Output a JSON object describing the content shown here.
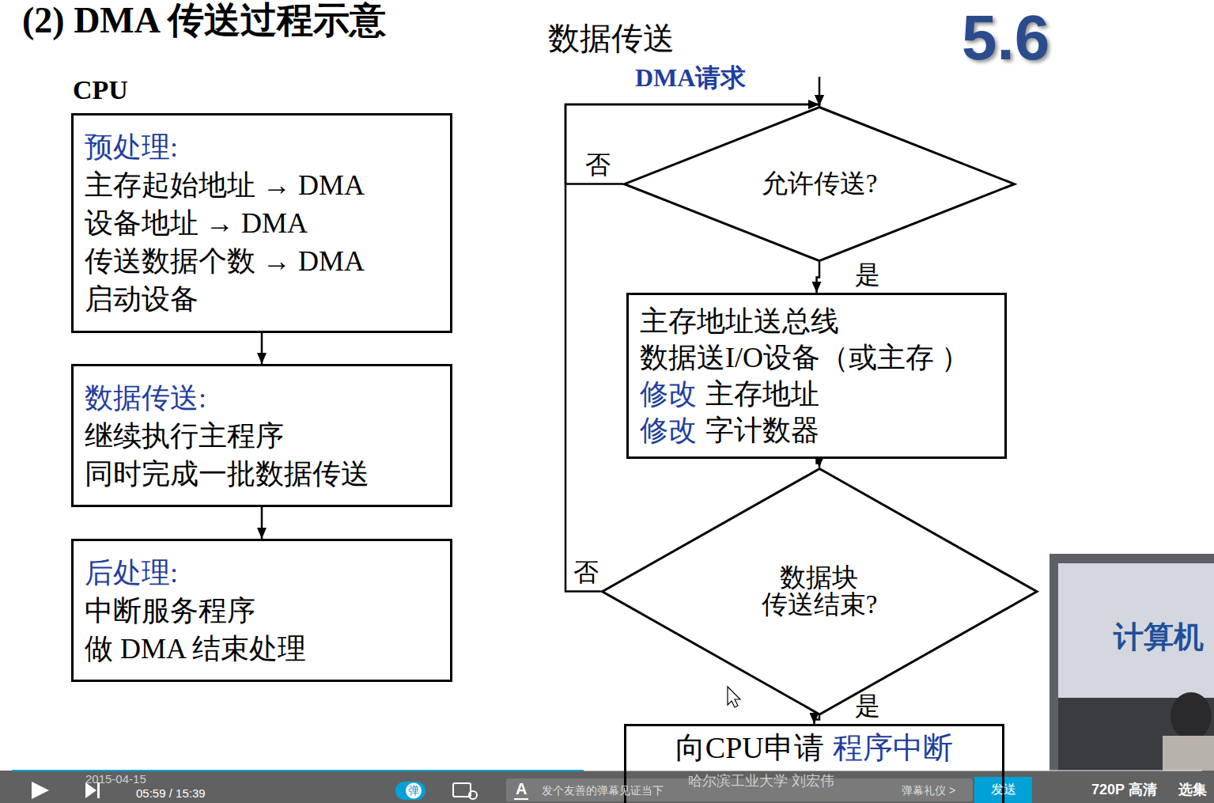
{
  "diagram": {
    "title": "(2) DMA 传送过程示意",
    "nodes": [
      {
        "text": [
          "预处理:",
          "主存起始地址 → DMA",
          "设备地址 → DMA",
          "传送数据个数 → DMA",
          "启动设备"
        ]
      },
      {
        "text": [
          "数据传送:",
          "继续执行主程序",
          "同时完成一批数据传送"
        ]
      },
      {
        "text": [
          "后处理:",
          "中断服务程序",
          "做 DMA 结束处理"
        ]
      },
      {
        "text": [
          "允许传送?"
        ]
      },
      {
        "text": [
          "主存地址送总线",
          "数据送I/O设备（或主存 ）",
          "修改",
          "主存地址",
          "修改",
          "字计数器"
        ]
      },
      {
        "text": [
          "数据块 传送结束?"
        ]
      },
      {
        "text": [
          "向CPU申请",
          "程序中断"
        ]
      }
    ],
    "edges": [
      {
        "from": 0,
        "to": 1,
        "arrow": "to"
      },
      {
        "from": 1,
        "to": 2,
        "arrow": "to"
      },
      {
        "from": 3,
        "to": 4,
        "label": "是",
        "arrow": "to"
      },
      {
        "from": 3,
        "to": 3,
        "label": "否",
        "arrow": "to"
      },
      {
        "from": 4,
        "to": 5,
        "arrow": "to"
      },
      {
        "from": 5,
        "to": 6,
        "label": "是",
        "arrow": "to"
      },
      {
        "from": 5,
        "to": 3,
        "label": "否",
        "arrow": "to"
      }
    ],
    "labels": [
      "5.6",
      "CPU",
      "数据传送",
      "DMA请求",
      "计算机",
      "2015-04-15",
      "05:59 / 15:39",
      "弹",
      "A",
      "发个友善的弹幕见证当下",
      "弹幕礼仪 >",
      "发送",
      "720P 高清",
      "选集",
      "哈尔滨工业大学 刘宏伟"
    ]
  }
}
